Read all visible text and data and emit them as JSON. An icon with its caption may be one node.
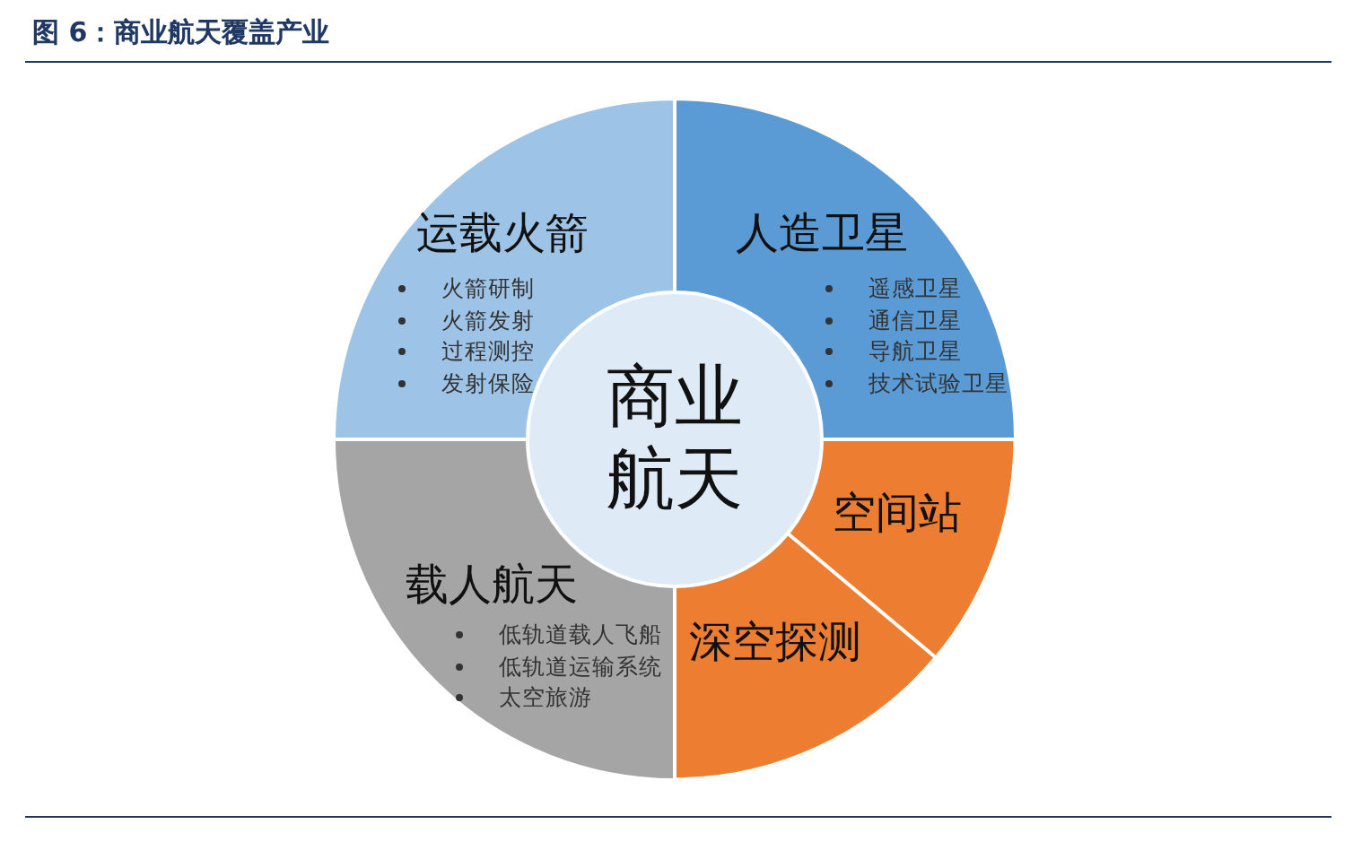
{
  "diagram": {
    "title": "图 6：商业航天覆盖产业",
    "nodes": [
      {
        "text": [
          "运载火箭",
          "火箭研制",
          "火箭发射",
          "过程测控",
          "发射保险"
        ]
      },
      {
        "text": [
          "人造卫星",
          "遥感卫星",
          "通信卫星",
          "导航卫星",
          "技术试验卫星"
        ]
      },
      {
        "text": [
          "载人航天",
          "低轨道载人飞船",
          "低轨道运输系统",
          "太空旅游"
        ]
      },
      {
        "text": [
          "空间站"
        ]
      },
      {
        "text": [
          "深空探测"
        ]
      },
      {
        "text": [
          "商业航天"
        ]
      }
    ]
  }
}
